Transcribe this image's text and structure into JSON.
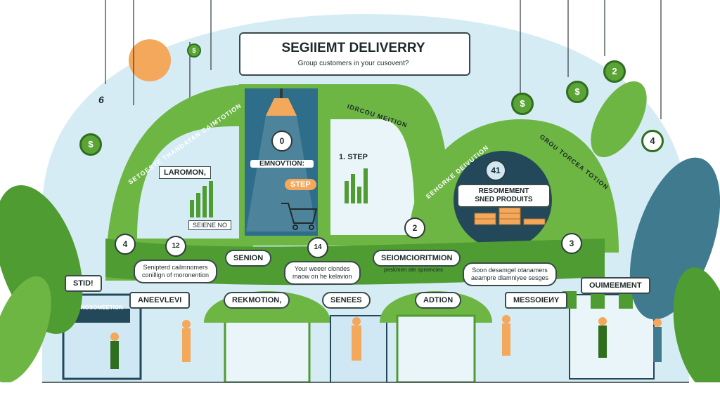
{
  "title": "SEGIIEMT DELIVERRY",
  "subtitle": "Group   customers in your cusovent?",
  "arcs": {
    "left": "SETGESTE THANDATAN CAIMTOTION",
    "mid_left": "EMNOVTION:",
    "mid_right": "IDRCOU MEITION",
    "right": "EEHGRKE DEIVUTION",
    "far_right": "GROU TORCEA TOTION"
  },
  "panels": {
    "laromon": "LAROMON,",
    "seienne": "SEIENE NO",
    "step": "STEP",
    "step_list": "1. STEP",
    "zero": "0",
    "resomement": "RESOMEMENT\nSNED PRODUITS",
    "badge41": "41"
  },
  "pills": {
    "senion": "SENION",
    "seiomciortition": "SEIOMCIORITMION",
    "rekmotion": "REKMOTION,",
    "senees": "SENEES",
    "adtion": "ADTION",
    "messoieny": "MESSOIEИY",
    "aneevlev": "ANEEVLEVI",
    "outmeement": "OUIMEEMENT",
    "stid": "STID!",
    "nosomeetion": "NOSOMEETION"
  },
  "notes": {
    "left": "Senipterd cailmnomers\nconillign of moronention",
    "center": "Your weeer clondes\nmaow on he kelavion",
    "center_right": "peskmen ate spnencies",
    "right": "Soon desamgel otanamers\naeampre dlamniyee sesges"
  },
  "numbers": {
    "n4": "4",
    "n12": "12",
    "n14": "14",
    "n2": "2",
    "n3": "3"
  },
  "coins": [
    "$",
    "2",
    "$",
    "$",
    "4",
    "6",
    "$"
  ],
  "colors": {
    "green": "#5aa436",
    "dark_green": "#2f6e1f",
    "sky": "#cfe8f4",
    "navy": "#23485a",
    "accent": "#f3a85c"
  }
}
